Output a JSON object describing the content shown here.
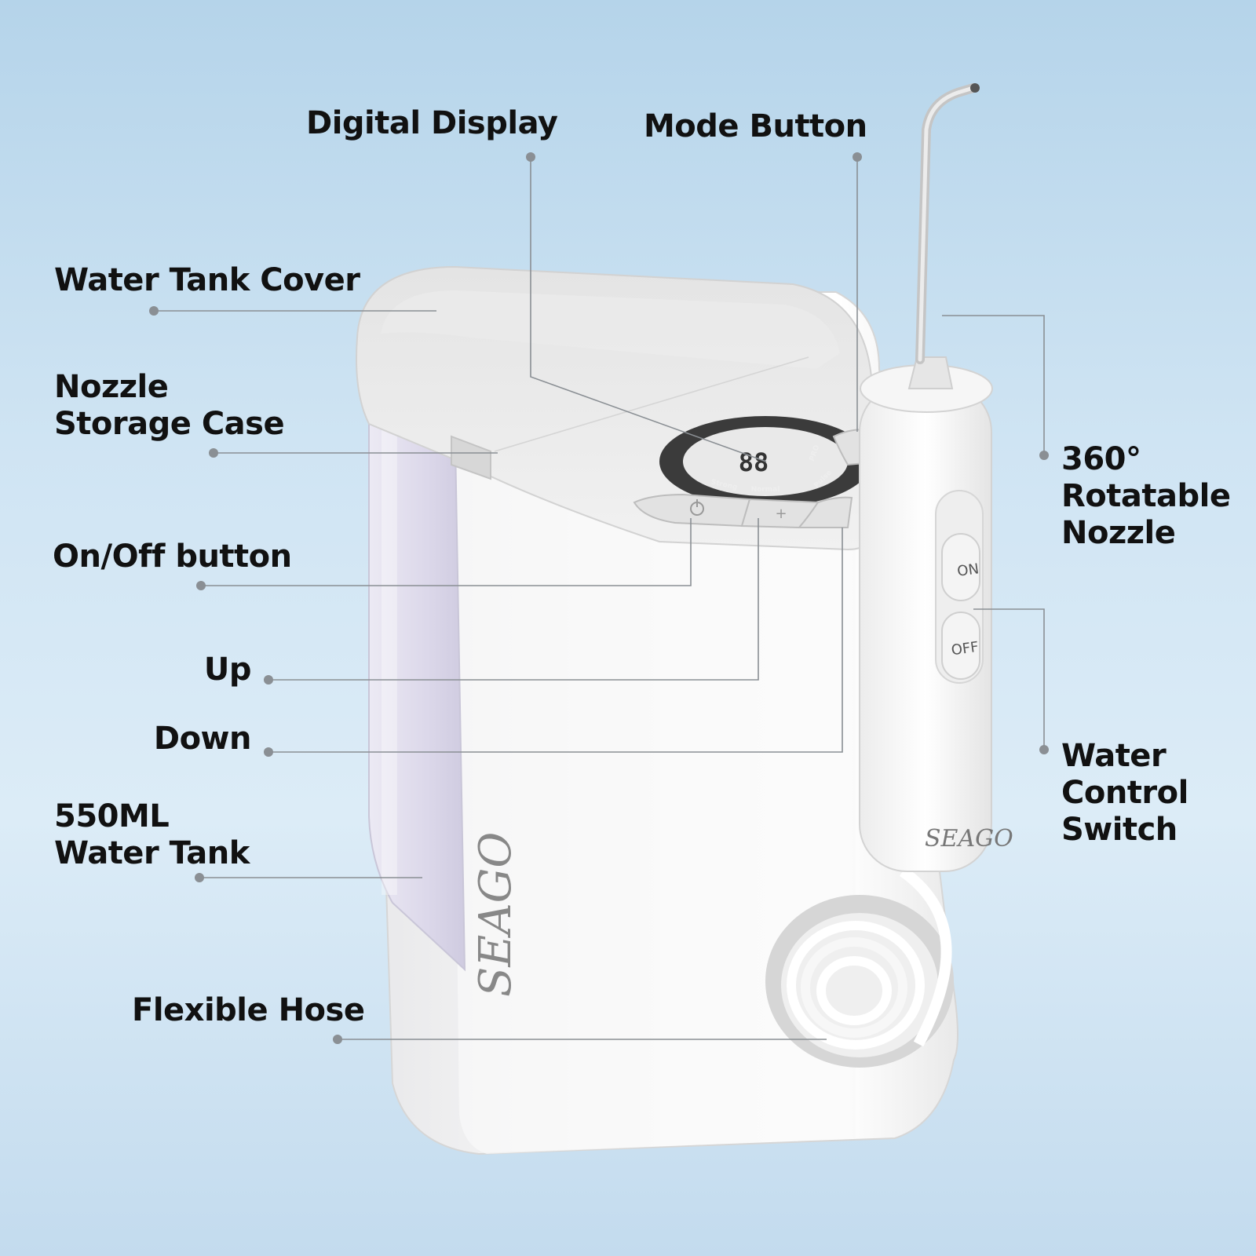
{
  "callouts": {
    "digital_display": [
      "Digital Display"
    ],
    "mode_button": [
      "Mode Button"
    ],
    "water_tank_cover": [
      "Water Tank Cover"
    ],
    "nozzle_storage_case": [
      "Nozzle",
      "Storage Case"
    ],
    "on_off_button": [
      "On/Off button"
    ],
    "up": [
      "Up"
    ],
    "down": [
      "Down"
    ],
    "water_tank": [
      "550ML",
      "Water Tank"
    ],
    "flexible_hose": [
      "Flexible Hose"
    ],
    "rotatable_nozzle": [
      "360°",
      "Rotatable",
      "Nozzle"
    ],
    "water_control_switch": [
      "Water",
      "Control",
      "Switch"
    ]
  },
  "device": {
    "brand": "SEAGO",
    "display_digits": "88",
    "mode_labels": [
      "Strong",
      "Normal",
      "Pulse",
      "PRO"
    ],
    "handle_on_label": "ON",
    "handle_off_label": "OFF"
  },
  "colors": {
    "background": "#cfe4f3",
    "body": "#f4f4f4",
    "tank_window": "#dcd8ea",
    "display_ring": "#3b3b3b",
    "leader_line": "#8a8f94"
  }
}
